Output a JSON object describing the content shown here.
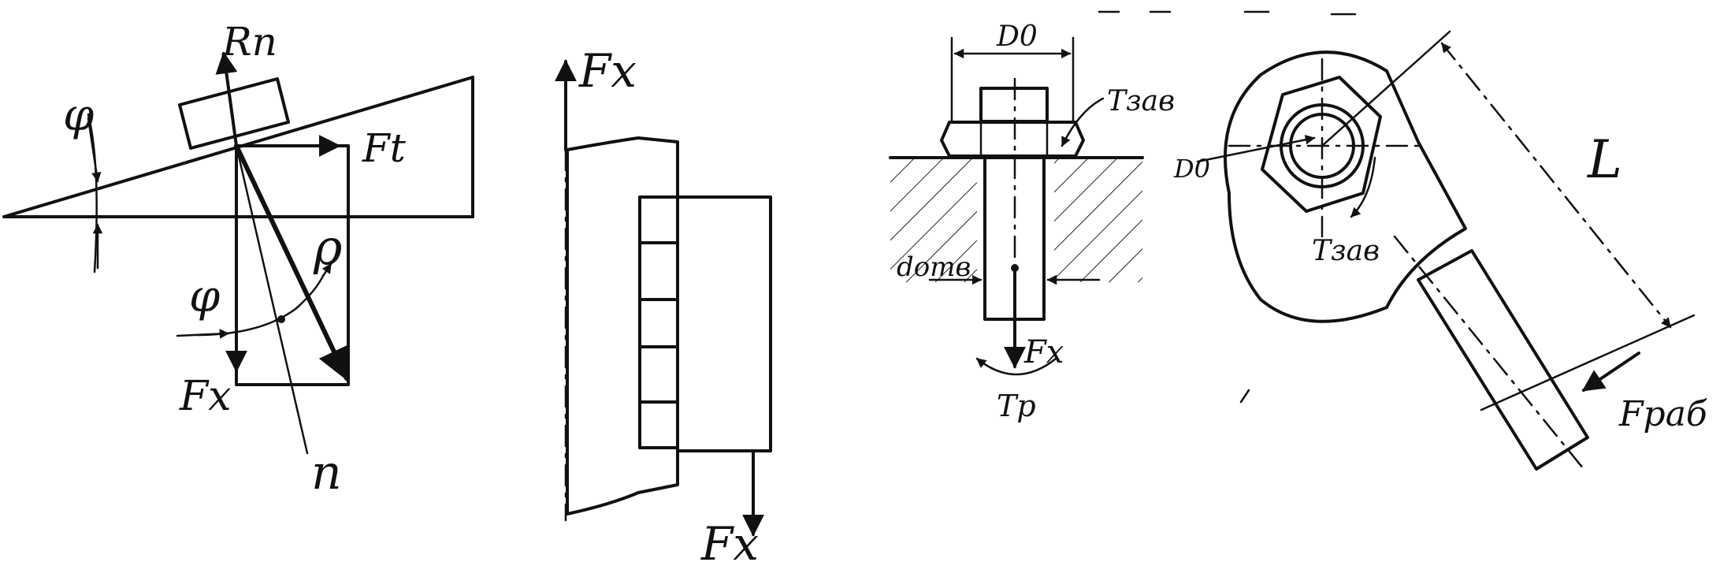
{
  "labels": {
    "rn": "Rn",
    "phi_top": "φ",
    "ft": "Ft",
    "rho": "ρ",
    "phi_mid": "φ",
    "fx_incline": "Fx",
    "n": "n",
    "fx_thread_top": "Fx",
    "fx_thread_bottom": "Fx",
    "d0_bolt": "D0",
    "tzav_bolt": "Tзав",
    "d_otv": "dотв",
    "fx_bolt": "Fx",
    "tp": "Tр",
    "d0_wrench": "D0",
    "tzav_wrench": "Tзав",
    "l": "L",
    "frab": "Fраб"
  },
  "colors": {
    "ink": "#111111",
    "paper": "#ffffff"
  }
}
